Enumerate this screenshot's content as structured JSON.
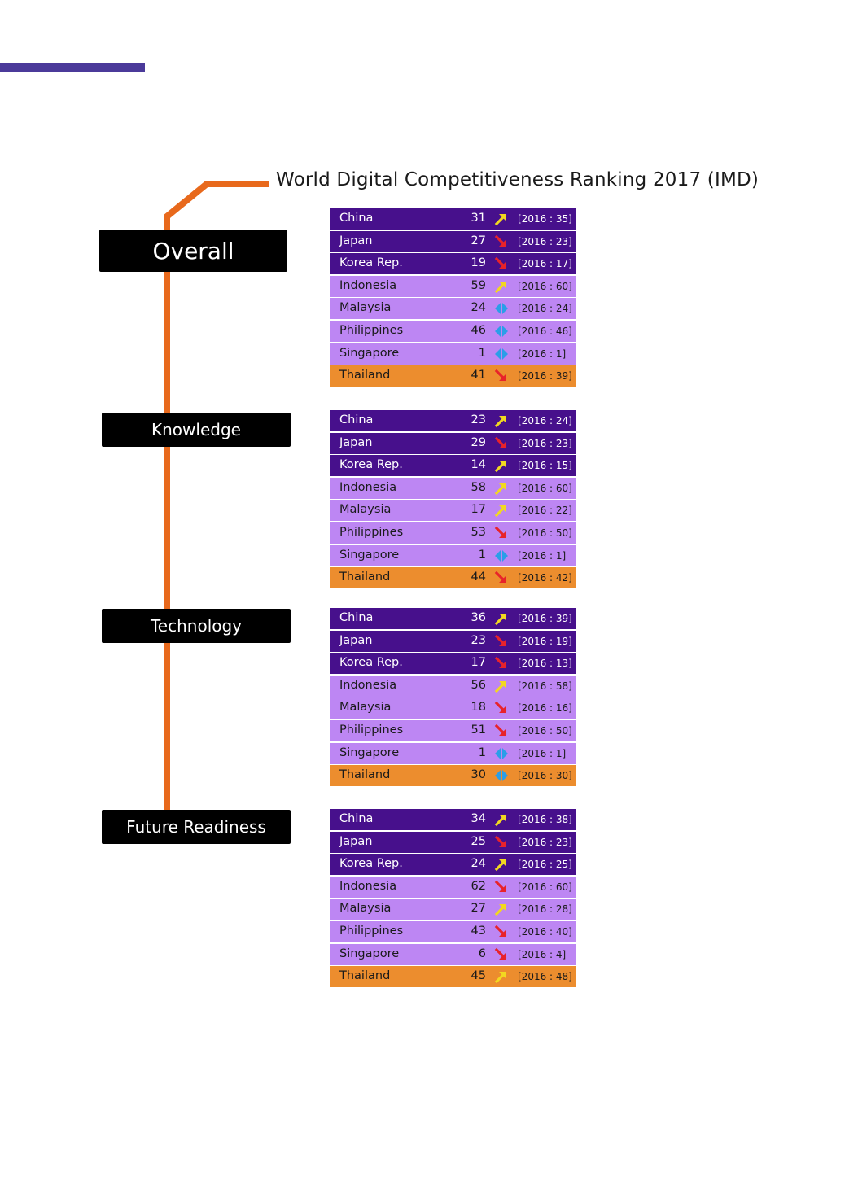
{
  "title": "World Digital Competitiveness Ranking 2017 (IMD)",
  "colors": {
    "dark_row": "#47108c",
    "light_row": "#bd86f3",
    "thailand_row": "#ec8d2e",
    "connector_line": "#e8691c",
    "header_bar": "#4b3a9a",
    "arrow_up": "#f2d820",
    "arrow_down": "#e8232a",
    "no_change": "#2b9ee8"
  },
  "icons": {
    "up": "arrow-up-right-icon",
    "down": "arrow-down-right-icon",
    "same": "no-change-diamond-icon"
  },
  "sections": [
    {
      "label": "Overall",
      "rows": [
        {
          "country": "China",
          "rank": "31",
          "trend": "up",
          "prev": "[2016 : 35]"
        },
        {
          "country": "Japan",
          "rank": "27",
          "trend": "down",
          "prev": "[2016 : 23]"
        },
        {
          "country": "Korea Rep.",
          "rank": "19",
          "trend": "down",
          "prev": "[2016 : 17]"
        },
        {
          "country": "Indonesia",
          "rank": "59",
          "trend": "up",
          "prev": "[2016 : 60]"
        },
        {
          "country": "Malaysia",
          "rank": "24",
          "trend": "same",
          "prev": "[2016 : 24]"
        },
        {
          "country": "Philippines",
          "rank": "46",
          "trend": "same",
          "prev": "[2016 : 46]"
        },
        {
          "country": "Singapore",
          "rank": "1",
          "trend": "same",
          "prev": "[2016 : 1]"
        },
        {
          "country": "Thailand",
          "rank": "41",
          "trend": "down",
          "prev": "[2016 : 39]"
        }
      ]
    },
    {
      "label": "Knowledge",
      "rows": [
        {
          "country": "China",
          "rank": "23",
          "trend": "up",
          "prev": "[2016 : 24]"
        },
        {
          "country": "Japan",
          "rank": "29",
          "trend": "down",
          "prev": "[2016 : 23]"
        },
        {
          "country": "Korea Rep.",
          "rank": "14",
          "trend": "up",
          "prev": "[2016 : 15]"
        },
        {
          "country": "Indonesia",
          "rank": "58",
          "trend": "up",
          "prev": "[2016 : 60]"
        },
        {
          "country": "Malaysia",
          "rank": "17",
          "trend": "up",
          "prev": "[2016 : 22]"
        },
        {
          "country": "Philippines",
          "rank": "53",
          "trend": "down",
          "prev": "[2016 : 50]"
        },
        {
          "country": "Singapore",
          "rank": "1",
          "trend": "same",
          "prev": "[2016 : 1]"
        },
        {
          "country": "Thailand",
          "rank": "44",
          "trend": "down",
          "prev": "[2016 : 42]"
        }
      ]
    },
    {
      "label": "Technology",
      "rows": [
        {
          "country": "China",
          "rank": "36",
          "trend": "up",
          "prev": "[2016 : 39]"
        },
        {
          "country": "Japan",
          "rank": "23",
          "trend": "down",
          "prev": "[2016 : 19]"
        },
        {
          "country": "Korea Rep.",
          "rank": "17",
          "trend": "down",
          "prev": "[2016 : 13]"
        },
        {
          "country": "Indonesia",
          "rank": "56",
          "trend": "up",
          "prev": "[2016 : 58]"
        },
        {
          "country": "Malaysia",
          "rank": "18",
          "trend": "down",
          "prev": "[2016 : 16]"
        },
        {
          "country": "Philippines",
          "rank": "51",
          "trend": "down",
          "prev": "[2016 : 50]"
        },
        {
          "country": "Singapore",
          "rank": "1",
          "trend": "same",
          "prev": "[2016 : 1]"
        },
        {
          "country": "Thailand",
          "rank": "30",
          "trend": "same",
          "prev": "[2016 : 30]"
        }
      ]
    },
    {
      "label": "Future Readiness",
      "rows": [
        {
          "country": "China",
          "rank": "34",
          "trend": "up",
          "prev": "[2016 : 38]"
        },
        {
          "country": "Japan",
          "rank": "25",
          "trend": "down",
          "prev": "[2016 : 23]"
        },
        {
          "country": "Korea Rep.",
          "rank": "24",
          "trend": "up",
          "prev": "[2016 : 25]"
        },
        {
          "country": "Indonesia",
          "rank": "62",
          "trend": "down",
          "prev": "[2016 : 60]"
        },
        {
          "country": "Malaysia",
          "rank": "27",
          "trend": "up",
          "prev": "[2016 : 28]"
        },
        {
          "country": "Philippines",
          "rank": "43",
          "trend": "down",
          "prev": "[2016 : 40]"
        },
        {
          "country": "Singapore",
          "rank": "6",
          "trend": "down",
          "prev": "[2016 : 4]"
        },
        {
          "country": "Thailand",
          "rank": "45",
          "trend": "up",
          "prev": "[2016 : 48]"
        }
      ]
    }
  ]
}
